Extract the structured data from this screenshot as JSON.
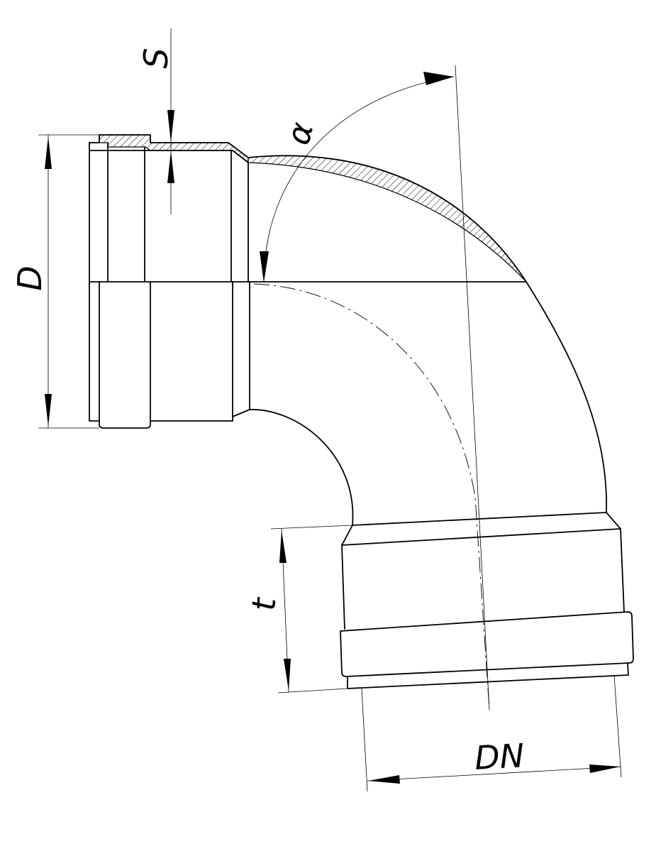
{
  "labels": {
    "s": "S",
    "d": "D",
    "alpha": "α",
    "t": "t",
    "dn": "DN"
  },
  "colors": {
    "line": "#000000",
    "background": "#ffffff"
  }
}
